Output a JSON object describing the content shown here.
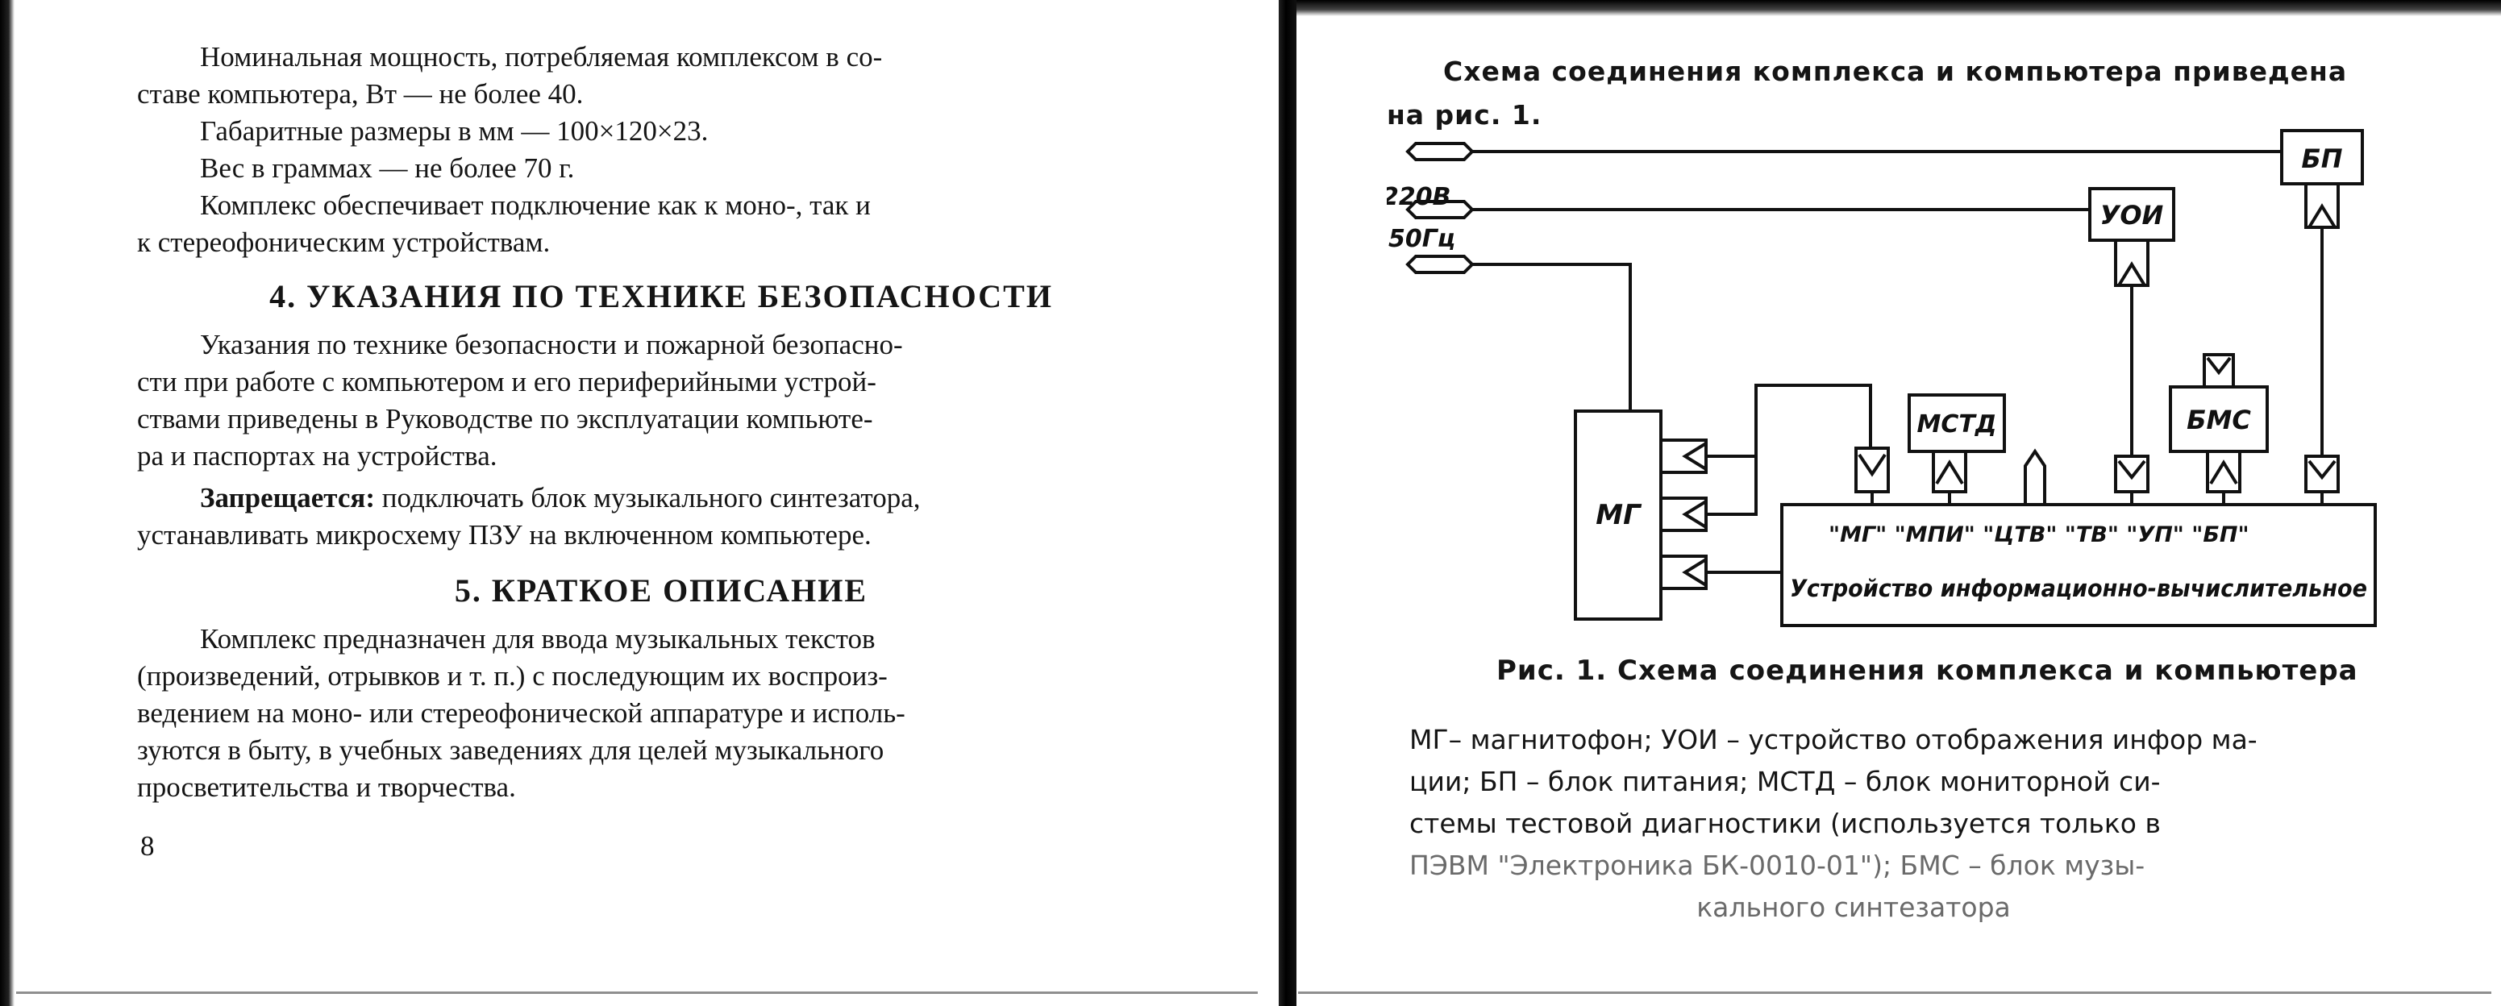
{
  "left_page": {
    "intro_lines": [
      "Номинальная мощность,  потребляемая комплексом  в со-",
      "ставе компьютера, Вт — не более 40.",
      "Габаритные размеры в мм — 100×120×23.",
      "Вес в граммах — не более 70 г.",
      "Комплекс обеспечивает  подключение  как к моно-, так и",
      "к стереофоническим устройствам."
    ],
    "section4_title": "4. УКАЗАНИЯ ПО ТЕХНИКЕ БЕЗОПАСНОСТИ",
    "section4_lines": [
      "Указания по технике безопасности и пожарной безопасно-",
      "сти при работе с компьютером и  его периферийными устрой-",
      "ствами приведены в Руководстве по эксплуатации компьюте-",
      "ра и паспортах на устройства."
    ],
    "prohibit_label": "Запрещается:",
    "prohibit_line1_rest": " подключать блок музыкального синтезатора,",
    "prohibit_line2": "устанавливать микросхему ПЗУ на включенном компьютере.",
    "section5_title": "5. КРАТКОЕ ОПИСАНИЕ",
    "section5_lines": [
      "Комплекс  предназначен для ввода музыкальных текстов",
      "(произведений, отрывков и т. п.) с последующим их воспроиз-",
      "ведением на моно- или стереофонической аппаратуре и исполь-",
      "зуются в быту, в учебных заведениях для целей музыкального",
      "просветительства и творчества."
    ],
    "page_number": "8"
  },
  "right_page": {
    "intro_line1": "Схема соединения комплекса и компьютера приведена",
    "intro_line2": "на рис. 1.",
    "diagram": {
      "voltage": "220В",
      "frequency": "50Гц",
      "bp": "БП",
      "uoi": "УОИ",
      "mstd": "МСТД",
      "bms": "БМС",
      "mg": "МГ",
      "ports": "\"МГ\"  \"МПИ\"  \"ЦТВ\"  \"ТВ\"  \"УП\"  \"БП\"",
      "device": "Устройство информационно-вычислительное"
    },
    "caption": "Рис. 1. Схема соединения комплекса и компьютера",
    "legend_lines": [
      "МГ– магнитофон; УОИ – устройство отображения инфор ма-",
      "ции;  БП – блок питания; МСТД – блок мониторной си-",
      "стемы тестовой диагностики (используется только   в",
      "ПЭВМ \"Электроника БК-0010-01\"); БМС – блок музы-",
      "кального синтезатора"
    ]
  }
}
